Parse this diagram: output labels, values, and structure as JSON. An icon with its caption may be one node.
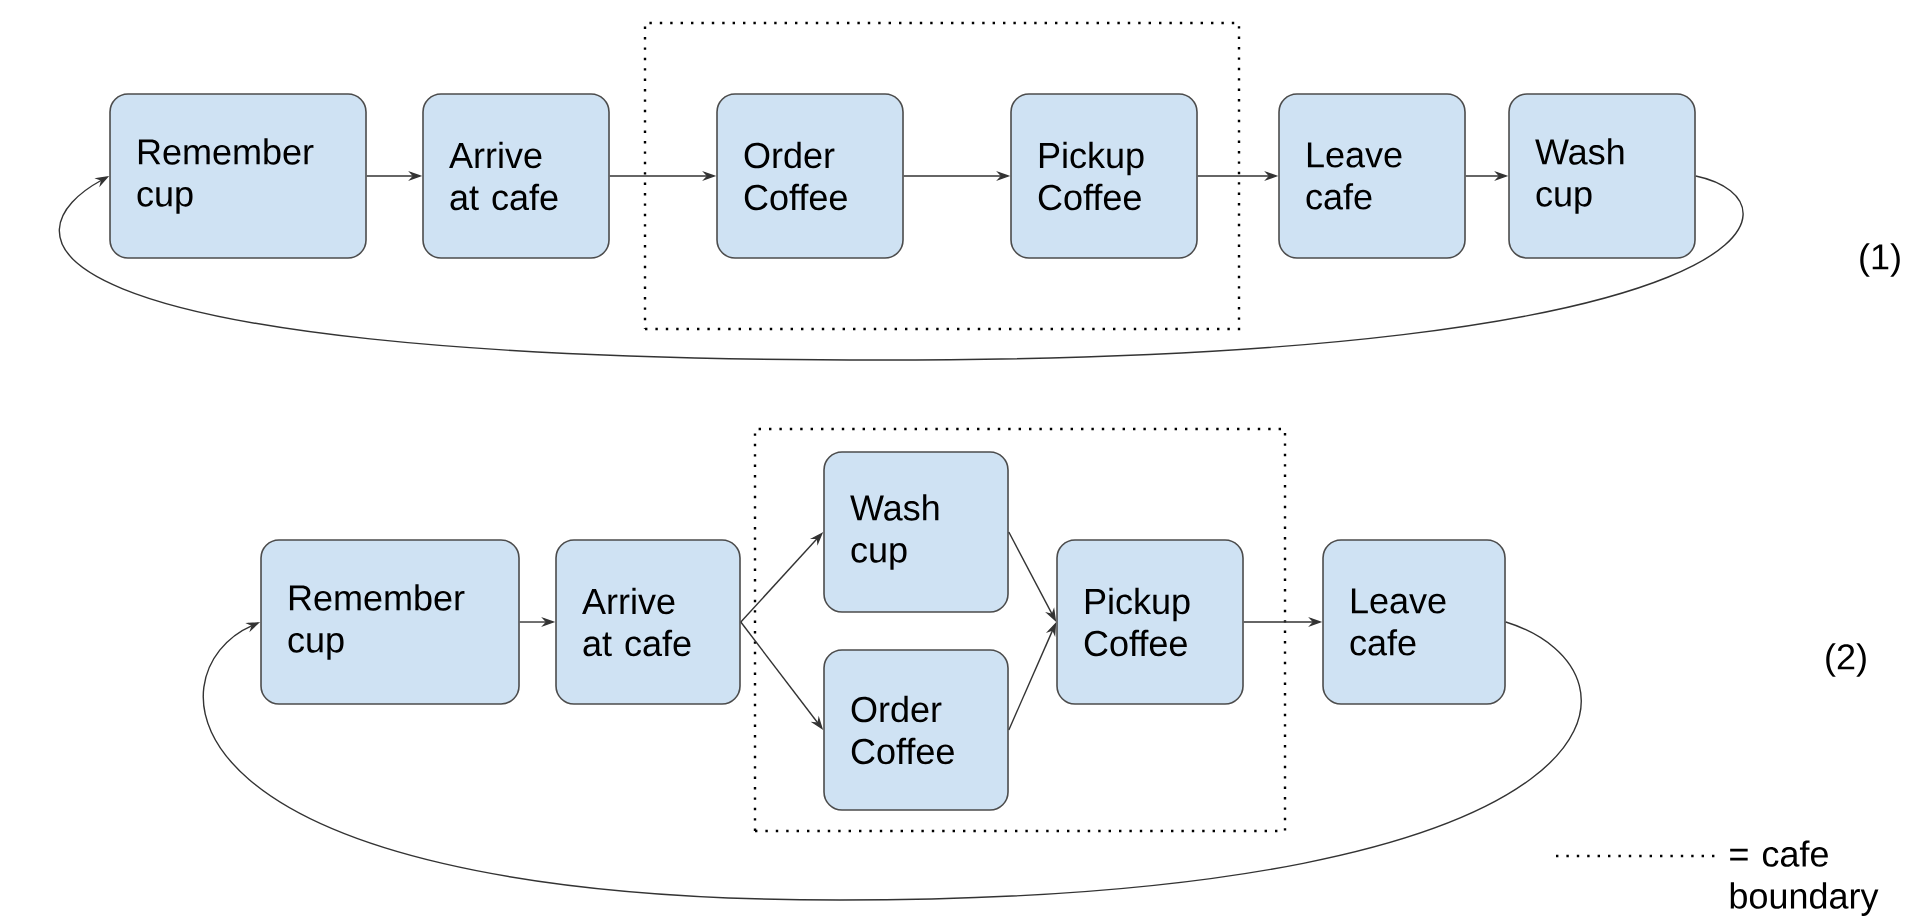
{
  "diagram": {
    "nodes": [
      {
        "text": [
          "Remember cup"
        ]
      },
      {
        "text": [
          "Arrive at cafe"
        ]
      },
      {
        "text": [],
        "shape": "box"
      },
      {
        "text": [
          "Order Coffee"
        ],
        "in": 2
      },
      {
        "text": [
          "Pickup Coffee"
        ],
        "in": 2
      },
      {
        "text": [
          "Leave cafe"
        ]
      },
      {
        "text": [
          "Wash cup"
        ]
      },
      {
        "text": [
          "Remember cup"
        ]
      },
      {
        "text": [
          "Arrive at cafe"
        ]
      },
      {
        "text": [],
        "shape": "box"
      },
      {
        "text": [
          "Wash cup"
        ],
        "in": 9
      },
      {
        "text": [
          "Order Coffee"
        ],
        "in": 9
      },
      {
        "text": [
          "Pickup Coffee"
        ],
        "in": 9
      },
      {
        "text": [
          "Leave cafe"
        ]
      }
    ],
    "edges": [
      {
        "from": 0,
        "to": 1,
        "arrow": "to"
      },
      {
        "from": 1,
        "to": 3,
        "arrow": "to"
      },
      {
        "from": 3,
        "to": 4,
        "arrow": "to"
      },
      {
        "from": 4,
        "to": 5,
        "arrow": "to"
      },
      {
        "from": 5,
        "to": 6,
        "arrow": "to"
      },
      {
        "from": 6,
        "to": 0,
        "arrow": "to"
      },
      {
        "from": 7,
        "to": 8,
        "arrow": "to"
      },
      {
        "from": 8,
        "to": 10,
        "arrow": "to"
      },
      {
        "from": 8,
        "to": 11,
        "arrow": "to"
      },
      {
        "from": 10,
        "to": 12,
        "arrow": "to"
      },
      {
        "from": 11,
        "to": 12,
        "arrow": "to"
      },
      {
        "from": 12,
        "to": 13,
        "arrow": "to"
      },
      {
        "from": 13,
        "to": 7,
        "arrow": "to"
      }
    ],
    "labels": [
      "(1)",
      "(2)"
    ],
    "legend": [
      {
        "text": "= cafe boundary"
      }
    ]
  }
}
